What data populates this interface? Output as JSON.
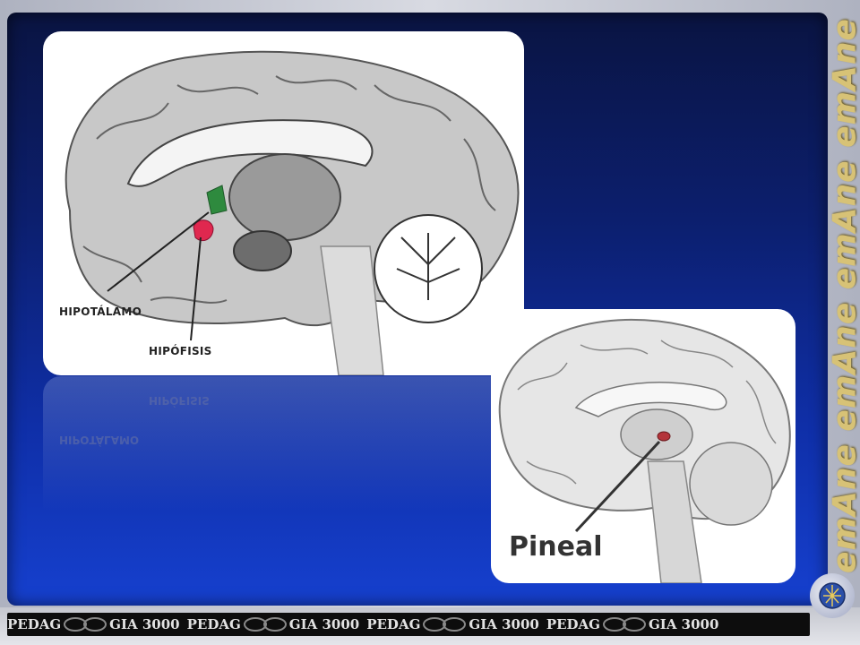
{
  "side_text": "emAne emAne emAne emAne",
  "diagram1": {
    "label_hypothalamus": "HIPOTÁLAMO",
    "label_pituitary": "HIPÓFISIS"
  },
  "diagram2": {
    "label_pineal": "Pineal"
  },
  "footer": {
    "segments": [
      {
        "left": "PEDAG",
        "right": "GIA 3000"
      },
      {
        "left": "PEDAG",
        "right": "GIA 3000"
      },
      {
        "left": "PEDAG",
        "right": "GIA 3000"
      },
      {
        "left": "PEDAG",
        "right": "GIA 3000"
      }
    ]
  },
  "colors": {
    "hypothalamus": "#2e8a3e",
    "pituitary": "#e0284f",
    "pineal": "#b4343a"
  },
  "icons": {
    "logo": "globe-emblem-icon",
    "footer_symbol": "infinity-icon"
  }
}
